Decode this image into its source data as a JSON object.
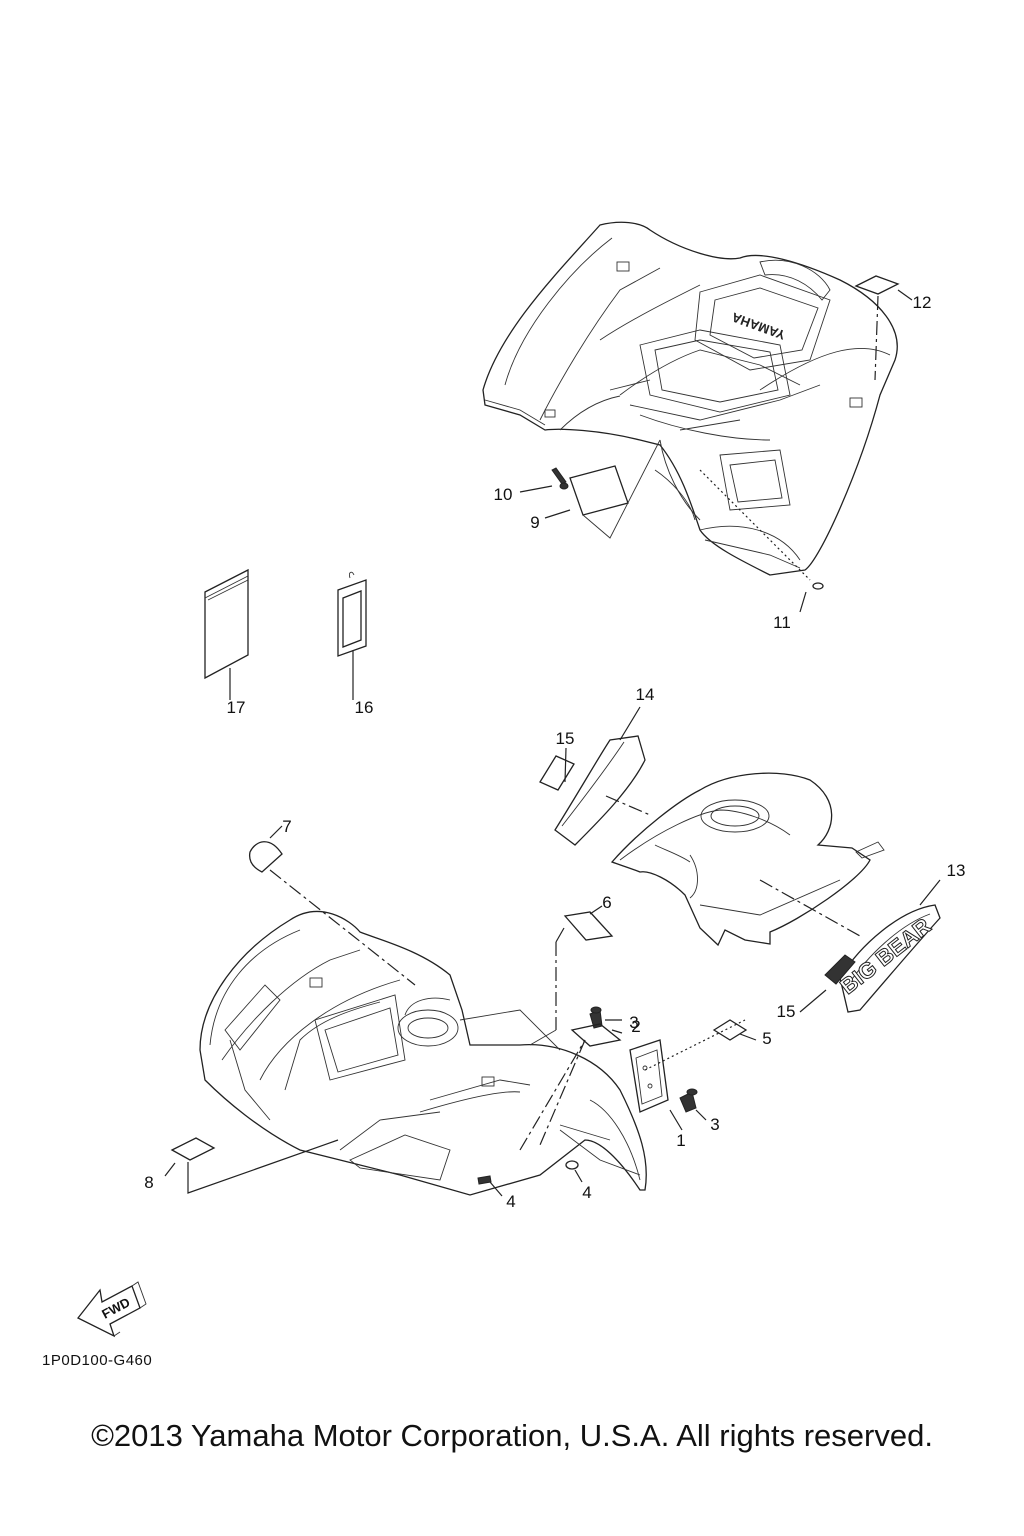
{
  "callouts": [
    {
      "id": "c1",
      "text": "1"
    },
    {
      "id": "c2",
      "text": "2"
    },
    {
      "id": "c3a",
      "text": "3"
    },
    {
      "id": "c3b",
      "text": "3"
    },
    {
      "id": "c4a",
      "text": "4"
    },
    {
      "id": "c4b",
      "text": "4"
    },
    {
      "id": "c5",
      "text": "5"
    },
    {
      "id": "c6",
      "text": "6"
    },
    {
      "id": "c7",
      "text": "7"
    },
    {
      "id": "c8",
      "text": "8"
    },
    {
      "id": "c9",
      "text": "9"
    },
    {
      "id": "c10",
      "text": "10"
    },
    {
      "id": "c11",
      "text": "11"
    },
    {
      "id": "c12",
      "text": "12"
    },
    {
      "id": "c13",
      "text": "13"
    },
    {
      "id": "c14",
      "text": "14"
    },
    {
      "id": "c15a",
      "text": "15"
    },
    {
      "id": "c15b",
      "text": "15"
    },
    {
      "id": "c16",
      "text": "16"
    },
    {
      "id": "c17",
      "text": "17"
    }
  ],
  "fwd_label": "FWD",
  "rear_fender_emblem": "YAMAHA",
  "side_emblem": "BIG BEAR",
  "diagram_code": "1P0D100-G460",
  "copyright": "©2013 Yamaha Motor Corporation, U.S.A. All rights reserved."
}
